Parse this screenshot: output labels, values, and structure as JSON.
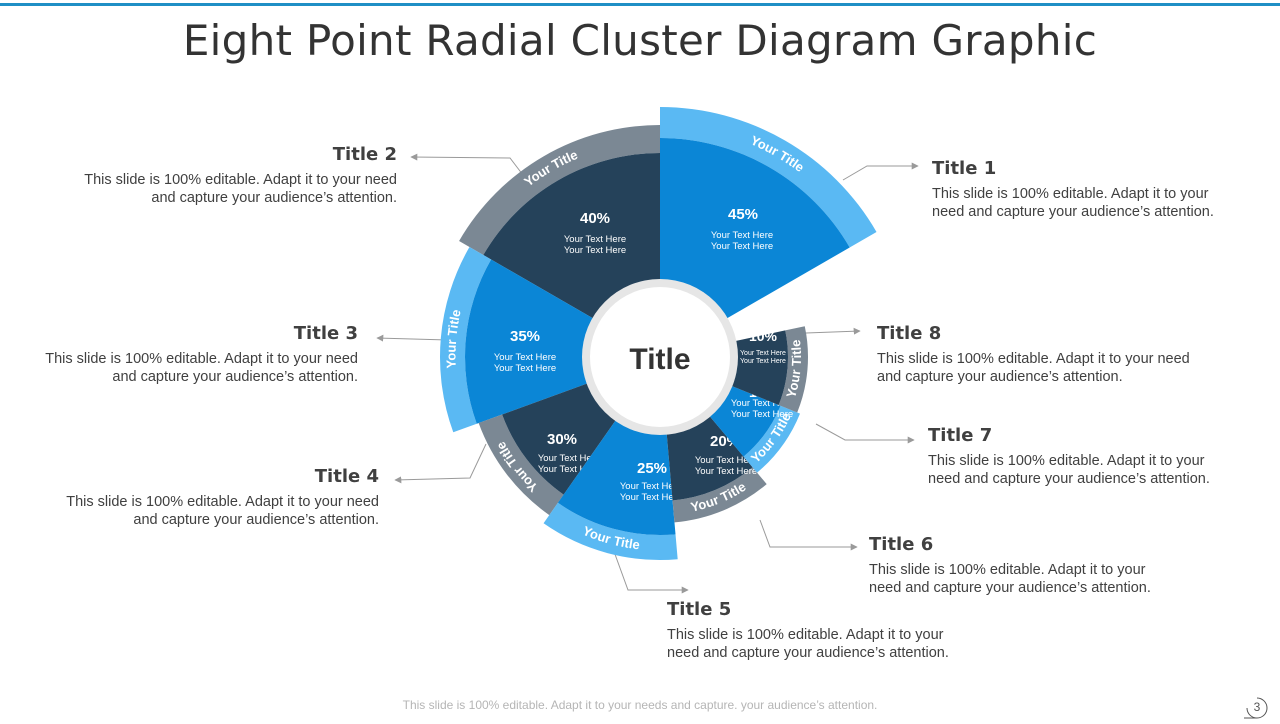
{
  "slide": {
    "title": "Eight Point Radial Cluster Diagram Graphic",
    "footer": "This slide is 100% editable. Adapt it to your needs and capture. your audience’s attention.",
    "page_number": "3"
  },
  "center": {
    "label": "Title"
  },
  "segments": [
    {
      "id": 1,
      "percent": "45%",
      "ring_label": "Your Title",
      "lines": [
        "Your Text Here",
        "Your Text Here"
      ],
      "inner_color": "#0b86d6",
      "ring_color": "#5ab9f3"
    },
    {
      "id": 2,
      "percent": "40%",
      "ring_label": "Your Title",
      "lines": [
        "Your Text Here",
        "Your Text Here"
      ],
      "inner_color": "#25425a",
      "ring_color": "#7b8894"
    },
    {
      "id": 3,
      "percent": "35%",
      "ring_label": "Your Title",
      "lines": [
        "Your Text Here",
        "Your Text Here"
      ],
      "inner_color": "#0b86d6",
      "ring_color": "#5ab9f3"
    },
    {
      "id": 4,
      "percent": "30%",
      "ring_label": "Your Title",
      "lines": [
        "Your Text Here",
        "Your Text Here"
      ],
      "inner_color": "#25425a",
      "ring_color": "#7b8894"
    },
    {
      "id": 5,
      "percent": "25%",
      "ring_label": "Your Title",
      "lines": [
        "Your Text Here",
        "Your Text Here"
      ],
      "inner_color": "#0b86d6",
      "ring_color": "#5ab9f3"
    },
    {
      "id": 6,
      "percent": "20%",
      "ring_label": "Your Title",
      "lines": [
        "Your Text Here",
        "Your Text Here"
      ],
      "inner_color": "#25425a",
      "ring_color": "#7b8894"
    },
    {
      "id": 7,
      "percent": "15%",
      "ring_label": "Your Title",
      "lines": [
        "Your Text Here",
        "Your Text Here"
      ],
      "inner_color": "#0b86d6",
      "ring_color": "#5ab9f3"
    },
    {
      "id": 8,
      "percent": "10%",
      "ring_label": "Your Title",
      "lines": [
        "Your Text Here",
        "Your Text Here"
      ],
      "inner_color": "#25425a",
      "ring_color": "#7b8894"
    }
  ],
  "callouts": {
    "title1": {
      "heading": "Title 1",
      "line1": "This slide is 100% editable. Adapt it to your",
      "line2": "need and capture your audience’s attention."
    },
    "title2": {
      "heading": "Title 2",
      "line1": "This slide is 100% editable. Adapt it to your need",
      "line2": "and capture your audience’s attention."
    },
    "title3": {
      "heading": "Title 3",
      "line1": "This slide is 100% editable. Adapt it to your need",
      "line2": "and capture your audience’s attention."
    },
    "title4": {
      "heading": "Title 4",
      "line1": "This slide is 100% editable. Adapt it to your need",
      "line2": "and capture your audience’s attention."
    },
    "title5": {
      "heading": "Title 5",
      "line1": "This slide is 100% editable. Adapt it to your",
      "line2": "need and capture your audience’s attention."
    },
    "title6": {
      "heading": "Title 6",
      "line1": "This slide is 100% editable. Adapt it to your",
      "line2": "need and capture your audience’s attention."
    },
    "title7": {
      "heading": "Title 7",
      "line1": "This slide is 100% editable. Adapt it to your",
      "line2": "need and capture your audience’s attention."
    },
    "title8": {
      "heading": "Title 8",
      "line1": "This slide is 100% editable. Adapt it to your need",
      "line2": "and capture your audience’s attention."
    }
  },
  "colors": {
    "accent": "#1f8fc5",
    "connector": "#9a9a9a",
    "hub_ring": "#e6e6e6"
  }
}
